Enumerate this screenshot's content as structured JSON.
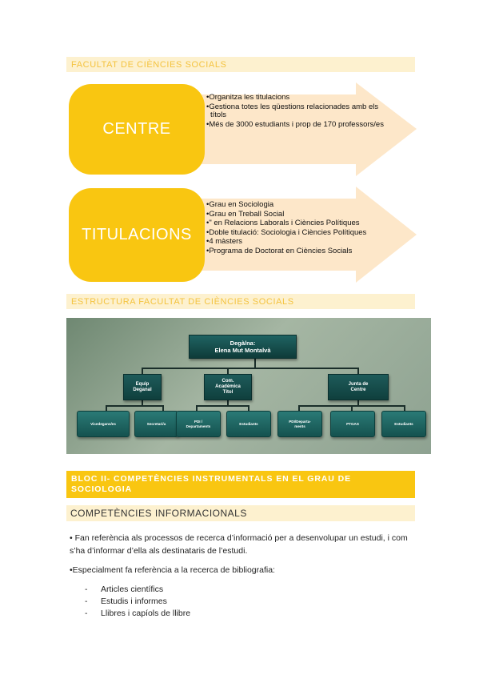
{
  "band1": "FACULTAT DE CIÈNCIES SOCIALS",
  "band2": "ESTRUCTURA FACULTAT DE CIÈNCIES SOCIALS",
  "centre": {
    "label": "CENTRE",
    "items": [
      "Organitza les titulacions",
      "Gestiona totes les qüestions relacionades amb els títols",
      "Més de 3000 estudiants i prop de 170 professors/es"
    ]
  },
  "titulacions": {
    "label": "TITULACIONS",
    "items": [
      "Grau en Sociologia",
      "Grau en Treball Social",
      "\" en Relacions Laborals i Ciències Polítiques",
      "Doble titulació: Sociologia i Ciències Polítiques",
      "4 màsters",
      "Programa de Doctorat en Ciències Socials"
    ]
  },
  "org": {
    "top_line1": "Degà/na:",
    "top_line2": "Elena Mut Montalvà",
    "mid": [
      [
        "Equip",
        "Deganal"
      ],
      [
        "Com.",
        "Acadèmica",
        "Títol"
      ],
      [
        "Junta de",
        "Centre"
      ]
    ],
    "leaves": [
      [
        "Vicedegans/es"
      ],
      [
        "Secretari/a"
      ],
      [
        "PDI /",
        "Departaments"
      ],
      [
        "Estudiants"
      ],
      [
        "PDI/Departa-",
        "ments"
      ],
      [
        "PTGAS"
      ],
      [
        "Estudiants"
      ]
    ]
  },
  "band3": "BLOC II- COMPETÈNCIES INSTRUMENTALS EN EL GRAU DE SOCIOLOGIA",
  "band4": "COMPETÈNCIES INFORMACIONALS",
  "p1": "• Fan referència als processos de recerca d’informació per a desenvolupar un estudi, i com s’ha d’informar d’ella als destinataris de l’estudi.",
  "p2": "•Especialment fa referència a la recerca de bibliografia:",
  "dash_items": [
    "Articles científics",
    "Estudis i informes",
    "Llibres i capíols de llibre"
  ],
  "colors": {
    "yellow": "#f9c611",
    "cream": "#fdf1cf",
    "arrow": "#fde7c9"
  }
}
